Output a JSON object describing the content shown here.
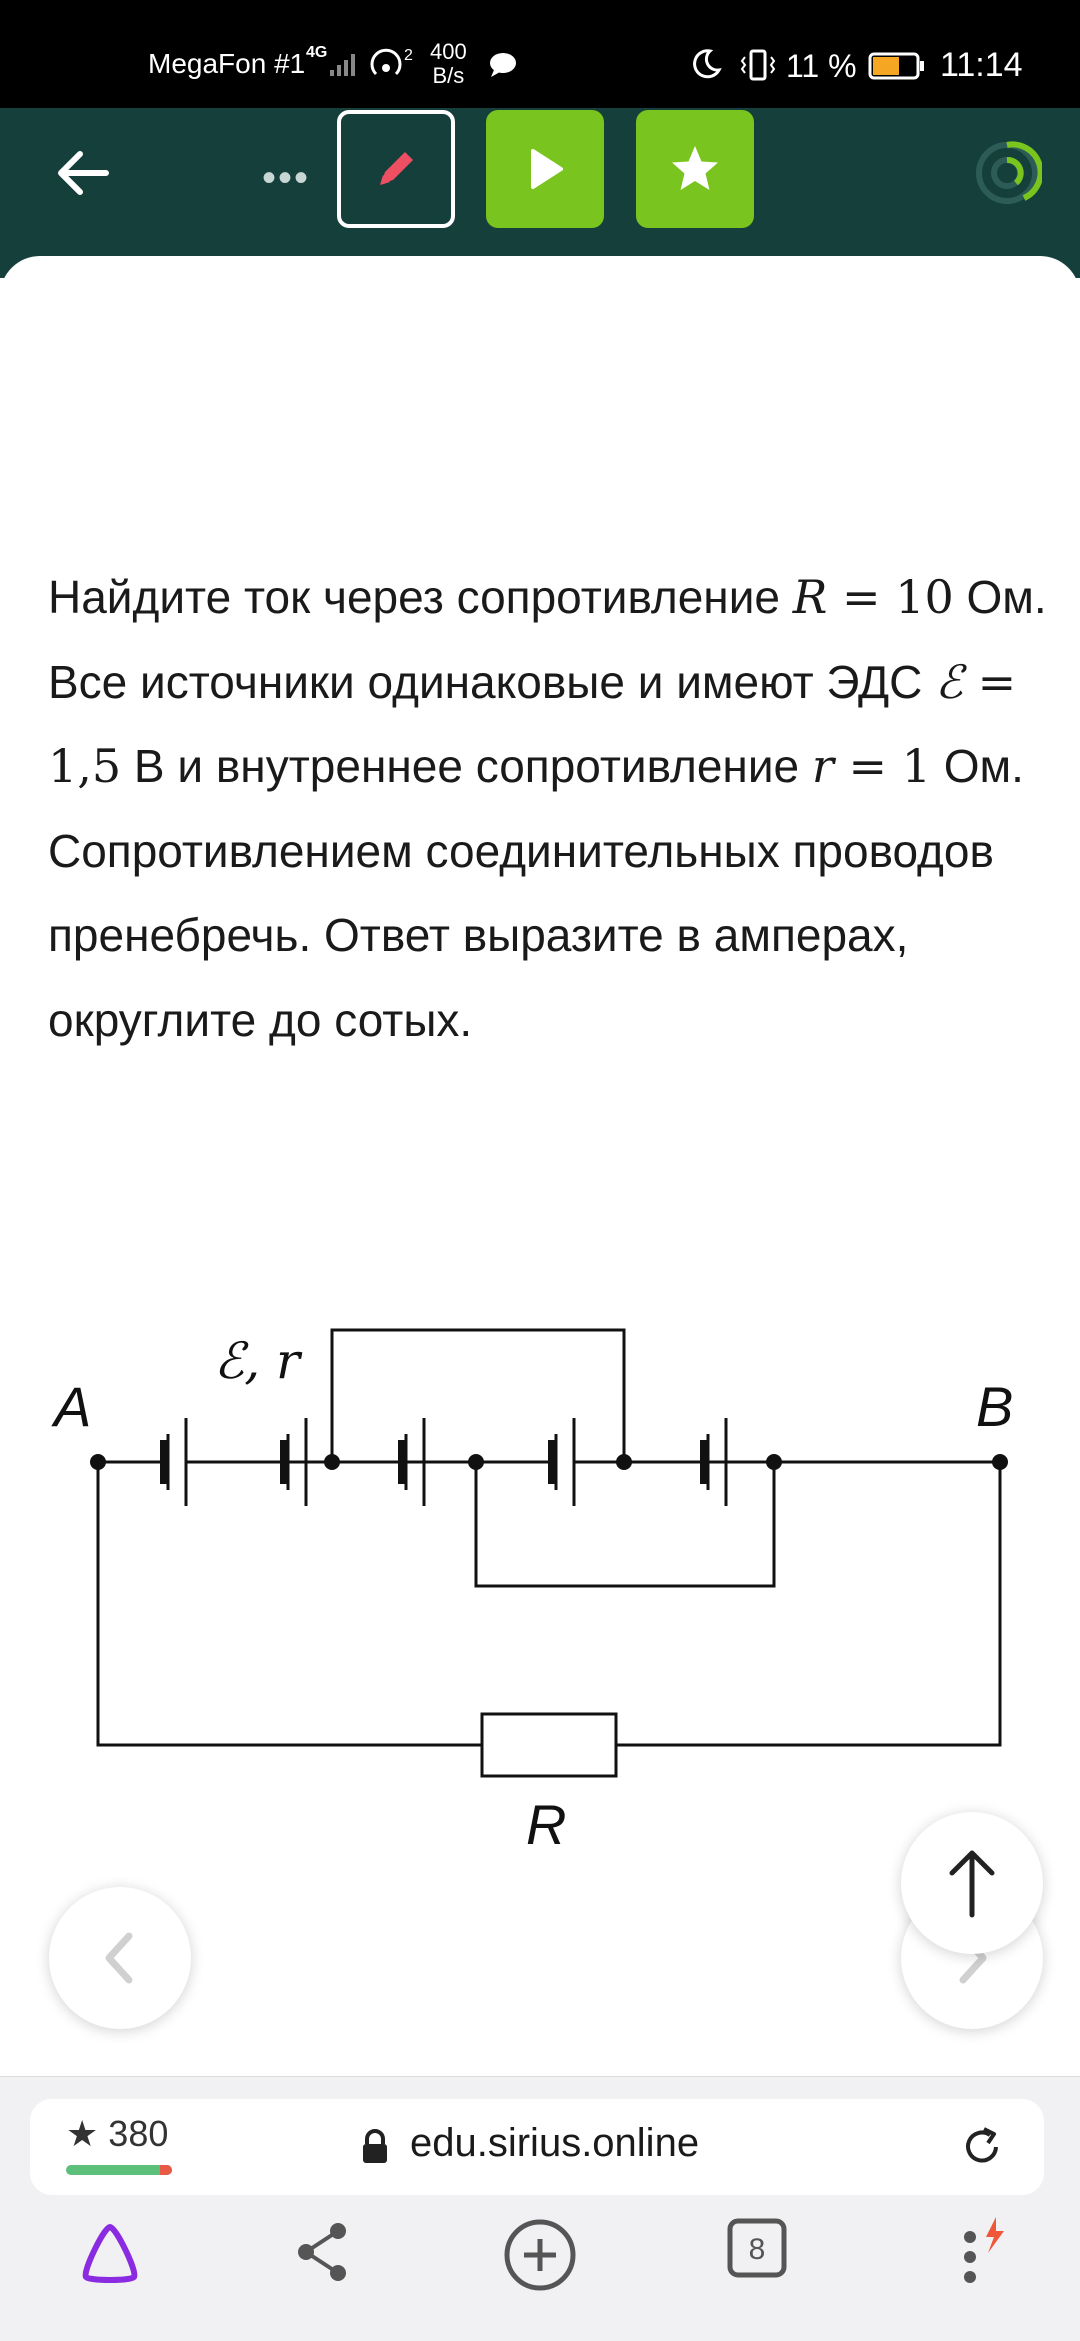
{
  "status_bar": {
    "carrier": "MegaFon #1",
    "network": "4G",
    "hotspot_clients": "2",
    "speed_value": "400",
    "speed_unit": "B/s",
    "battery_percent": "11 %",
    "time": "11:14"
  },
  "header": {
    "icons": [
      "arrow-left-icon",
      "more-dots-icon",
      "pencil-icon",
      "play-icon",
      "star-icon",
      "progress-ring-icon"
    ],
    "accent_color": "#7ac41f",
    "background_color": "#153f3b"
  },
  "problem": {
    "text_1": "Найдите ток через сопротивление ",
    "math_R": "R",
    "math_eq1": " = 10",
    "text_2": " Ом. Все источники одинаковые и имеют ЭДС ",
    "math_E": "ℰ",
    "math_eq2": " = 1,5",
    "text_3": " В и внутреннее сопротивление ",
    "math_r": "r",
    "math_eq3": " = 1",
    "text_4": " Ом. Сопротивлением соединительных проводов пренебречь. Ответ выразите в амперах, округлите до сотых."
  },
  "circuit": {
    "label_A": "A",
    "label_B": "B",
    "label_source": "ℰ, r",
    "label_R": "R"
  },
  "browser": {
    "rating": "380",
    "url": "edu.sirius.online",
    "tabs_count": "8"
  }
}
